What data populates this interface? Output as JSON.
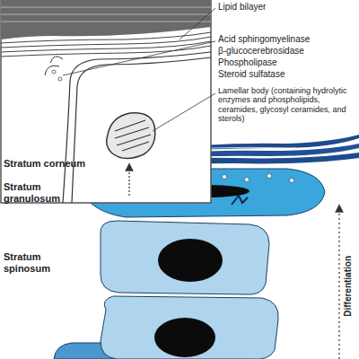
{
  "diagram": {
    "labels": [
      "Lipid bilayer",
      "Acid sphingomyelinase",
      "β-glucocerebrosidase",
      "Phospholipase",
      "Steroid sulfatase",
      "Lamellar body (containing hydrolytic enzymes and phospholipids, ceramides, glycosyl ceramides, and sterols)",
      "Stratum corneum",
      "Stratum granulosum",
      "Stratum spinosum",
      "Differentiation"
    ]
  }
}
